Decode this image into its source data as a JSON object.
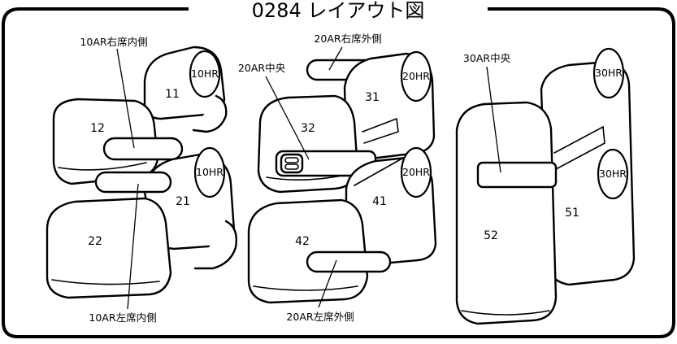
{
  "title": "0284 レイアウト図",
  "seat_numbers": {
    "s11": "11",
    "s12": "12",
    "s21": "21",
    "s22": "22",
    "s31": "31",
    "s32": "32",
    "s41": "41",
    "s42": "42",
    "s51": "51",
    "s52": "52"
  },
  "headrests": {
    "hr_10_top": "10HR",
    "hr_10_mid": "10HR",
    "hr_20_top": "20HR",
    "hr_20_mid": "20HR",
    "hr_30_top": "30HR",
    "hr_30_mid": "30HR"
  },
  "callouts": {
    "ar10_right_inner": "10AR右席内側",
    "ar10_left_inner": "10AR左席内側",
    "ar20_right_outer": "20AR右席外側",
    "ar20_center": "20AR中央",
    "ar20_left_outer": "20AR左席外側",
    "ar30_center": "30AR中央"
  }
}
